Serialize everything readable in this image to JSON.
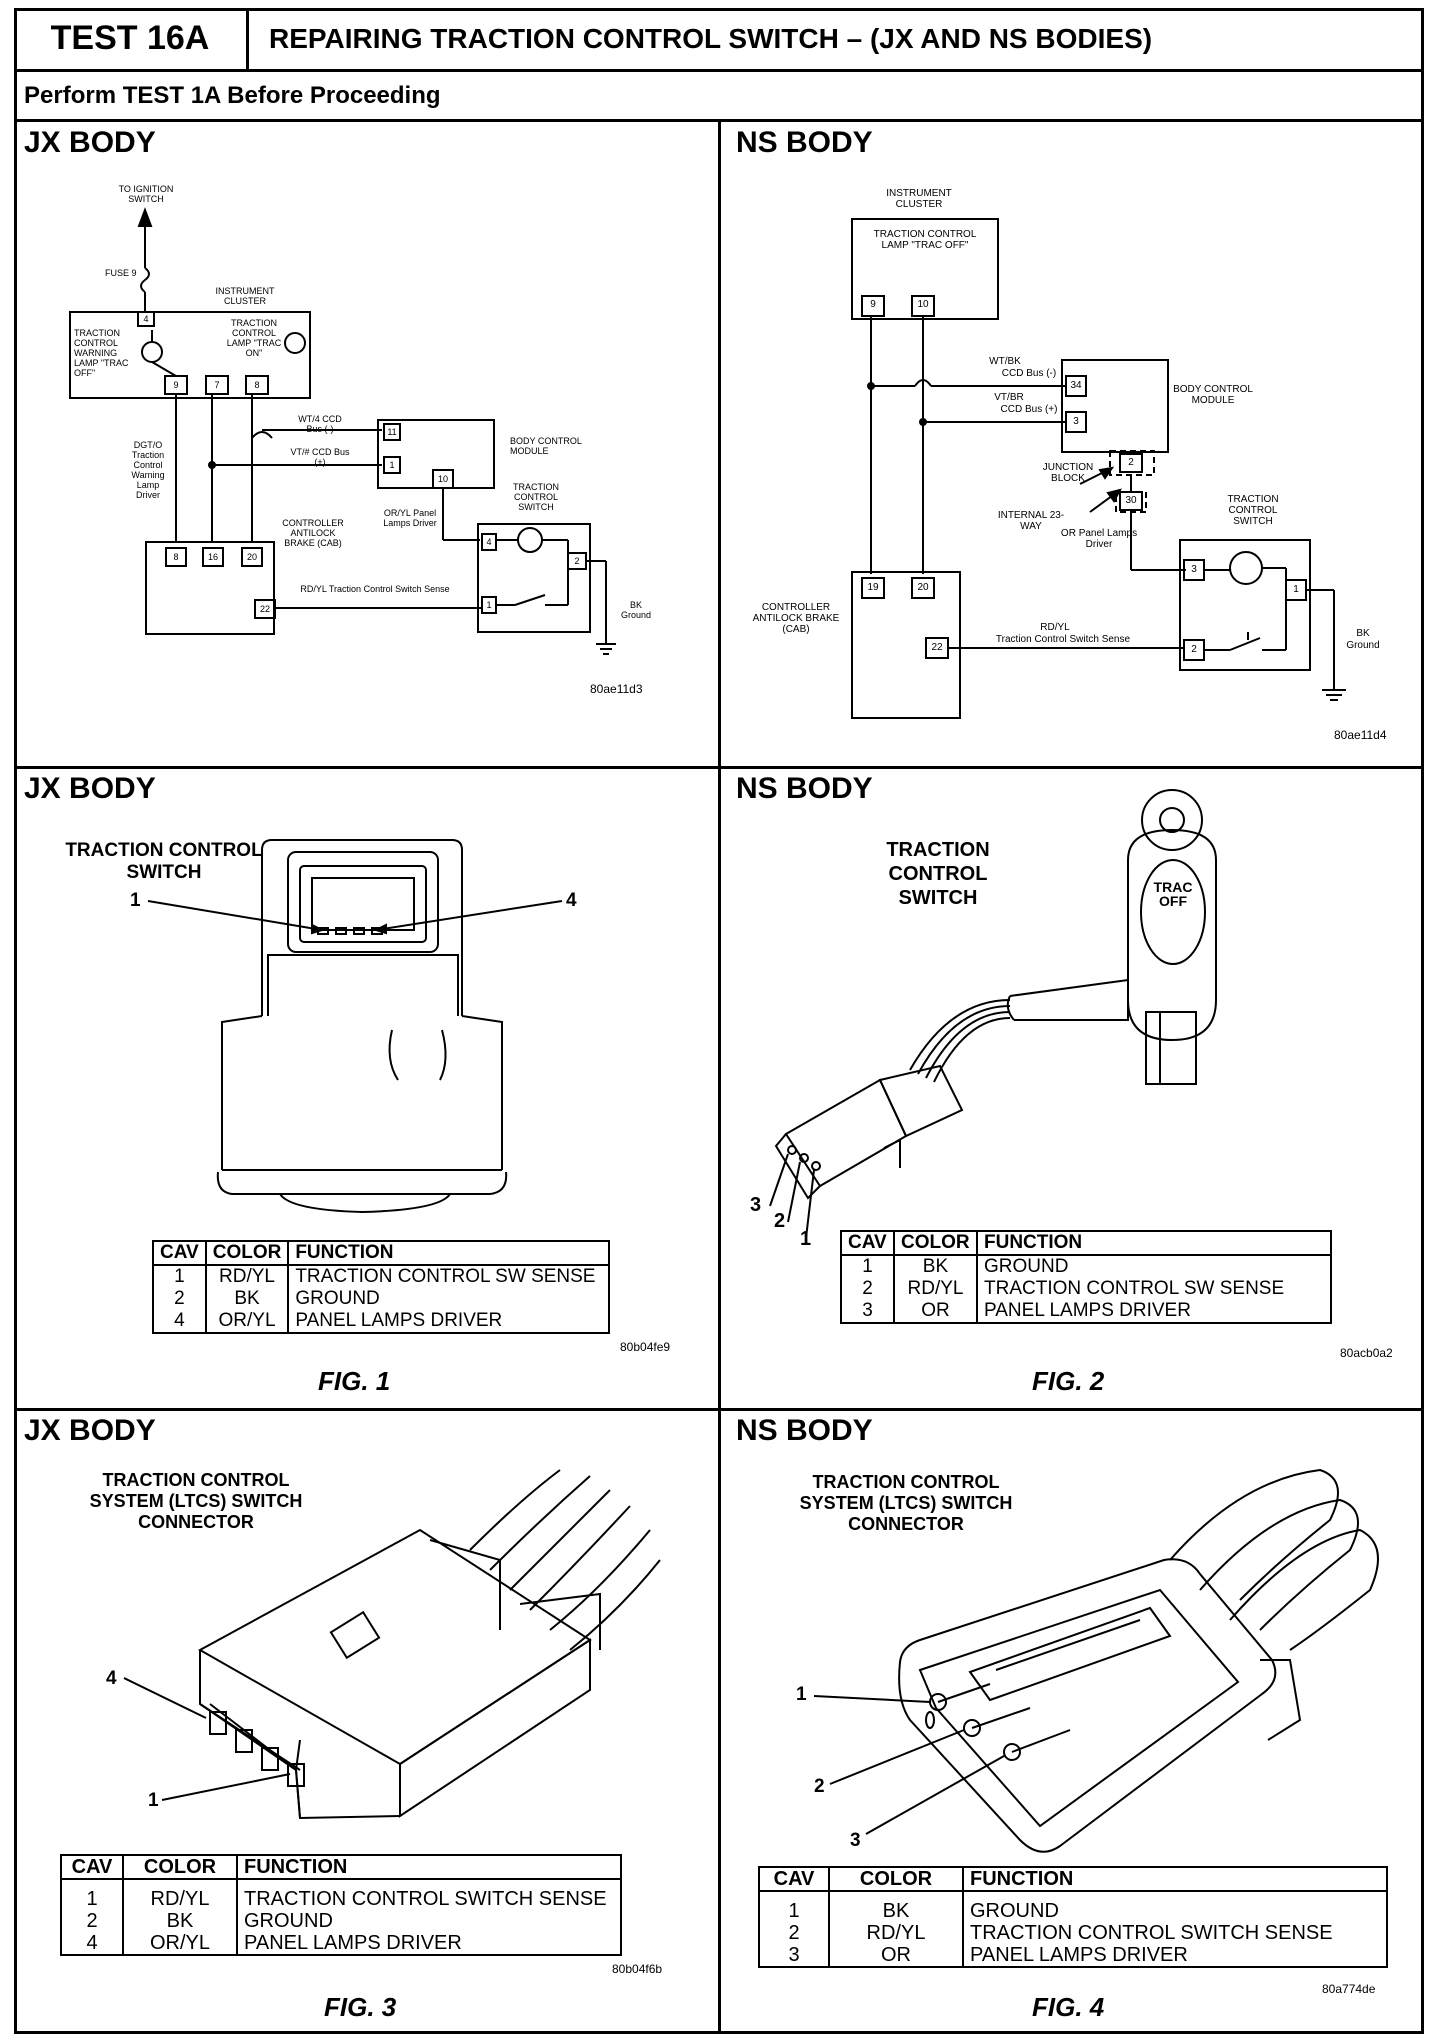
{
  "header": {
    "test_id": "TEST 16A",
    "title": "REPAIRING TRACTION CONTROL SWITCH – (JX AND NS BODIES)",
    "subtitle": "Perform TEST 1A Before Proceeding"
  },
  "panels": {
    "jx_schematic": {
      "title": "JX BODY",
      "code": "80ae11d3",
      "labels": {
        "ignition": "TO IGNITION SWITCH",
        "fuse": "FUSE 9",
        "cluster": "INSTRUMENT CLUSTER",
        "warning_lamp": "TRACTION CONTROL WARNING LAMP \"TRAC OFF\"",
        "control_lamp": "TRACTION CONTROL LAMP \"TRAC ON\"",
        "wt_bus": "WT/4 CCD Bus (-)",
        "vt_bus": "VT/# CCD Bus (+)",
        "bcm": "BODY CONTROL MODULE",
        "driver": "DGT/O Traction Control Warning Lamp Driver",
        "cab": "CONTROLLER ANTILOCK BRAKE (CAB)",
        "or_yl": "OR/YL Panel Lamps Driver",
        "switch": "TRACTION CONTROL SWITCH",
        "rd_yl": "RD/YL Traction Control Switch Sense",
        "ground": "BK Ground",
        "pins": {
          "p4": "4",
          "p9": "9",
          "p7": "7",
          "p8": "8",
          "p11": "11",
          "p1": "1",
          "p10": "10",
          "s4": "4",
          "s2": "2",
          "s1": "1",
          "c8": "8",
          "c16": "16",
          "c20": "20",
          "c22": "22"
        }
      }
    },
    "ns_schematic": {
      "title": "NS BODY",
      "code": "80ae11d4",
      "labels": {
        "cluster": "INSTRUMENT CLUSTER",
        "lamp": "TRACTION CONTROL LAMP \"TRAC OFF\"",
        "wt_bk": "WT/BK",
        "ccd_minus": "CCD Bus (-)",
        "vt_br": "VT/BR",
        "ccd_plus": "CCD Bus (+)",
        "bcm": "BODY CONTROL MODULE",
        "junction": "JUNCTION BLOCK",
        "internal": "INTERNAL 23-WAY",
        "or_driver": "OR Panel Lamps Driver",
        "switch": "TRACTION CONTROL SWITCH",
        "cab": "CONTROLLER ANTILOCK BRAKE (CAB)",
        "rd_yl": "RD/YL",
        "sense": "Traction Control Switch Sense",
        "bk": "BK",
        "ground": "Ground",
        "pins": {
          "p9": "9",
          "p10": "10",
          "p34": "34",
          "p3": "3",
          "p2": "2",
          "p30": "30",
          "s3": "3",
          "s1": "1",
          "s2": "2",
          "c19": "19",
          "c20": "20",
          "c22": "22"
        }
      }
    },
    "fig1": {
      "title": "JX BODY",
      "caption": "FIG. 1",
      "code": "80b04fe9",
      "label": "TRACTION CONTROL SWITCH",
      "pin_a": "1",
      "pin_b": "4",
      "table": {
        "headers": [
          "CAV",
          "COLOR",
          "FUNCTION"
        ],
        "rows": [
          [
            "1",
            "RD/YL",
            "TRACTION CONTROL SW SENSE"
          ],
          [
            "2",
            "BK",
            "GROUND"
          ],
          [
            "4",
            "OR/YL",
            "PANEL LAMPS DRIVER"
          ]
        ]
      }
    },
    "fig2": {
      "title": "NS BODY",
      "caption": "FIG. 2",
      "code": "80acb0a2",
      "label": "TRACTION CONTROL SWITCH",
      "button": "TRAC OFF",
      "pins": [
        "3",
        "2",
        "1"
      ],
      "table": {
        "headers": [
          "CAV",
          "COLOR",
          "FUNCTION"
        ],
        "rows": [
          [
            "1",
            "BK",
            "GROUND"
          ],
          [
            "2",
            "RD/YL",
            "TRACTION CONTROL SW SENSE"
          ],
          [
            "3",
            "OR",
            "PANEL LAMPS DRIVER"
          ]
        ]
      }
    },
    "fig3": {
      "title": "JX BODY",
      "caption": "FIG. 3",
      "code": "80b04f6b",
      "label": "TRACTION CONTROL SYSTEM (LTCS) SWITCH CONNECTOR",
      "pin_a": "4",
      "pin_b": "1",
      "table": {
        "headers": [
          "CAV",
          "COLOR",
          "FUNCTION"
        ],
        "rows": [
          [
            "1",
            "RD/YL",
            "TRACTION CONTROL SWITCH SENSE"
          ],
          [
            "2",
            "BK",
            "GROUND"
          ],
          [
            "4",
            "OR/YL",
            "PANEL LAMPS DRIVER"
          ]
        ]
      }
    },
    "fig4": {
      "title": "NS BODY",
      "caption": "FIG. 4",
      "code": "80a774de",
      "label": "TRACTION CONTROL SYSTEM (LTCS) SWITCH CONNECTOR",
      "pins": [
        "1",
        "2",
        "3"
      ],
      "table": {
        "headers": [
          "CAV",
          "COLOR",
          "FUNCTION"
        ],
        "rows": [
          [
            "1",
            "BK",
            "GROUND"
          ],
          [
            "2",
            "RD/YL",
            "TRACTION CONTROL SWITCH SENSE"
          ],
          [
            "3",
            "OR",
            "PANEL LAMPS DRIVER"
          ]
        ]
      }
    }
  }
}
